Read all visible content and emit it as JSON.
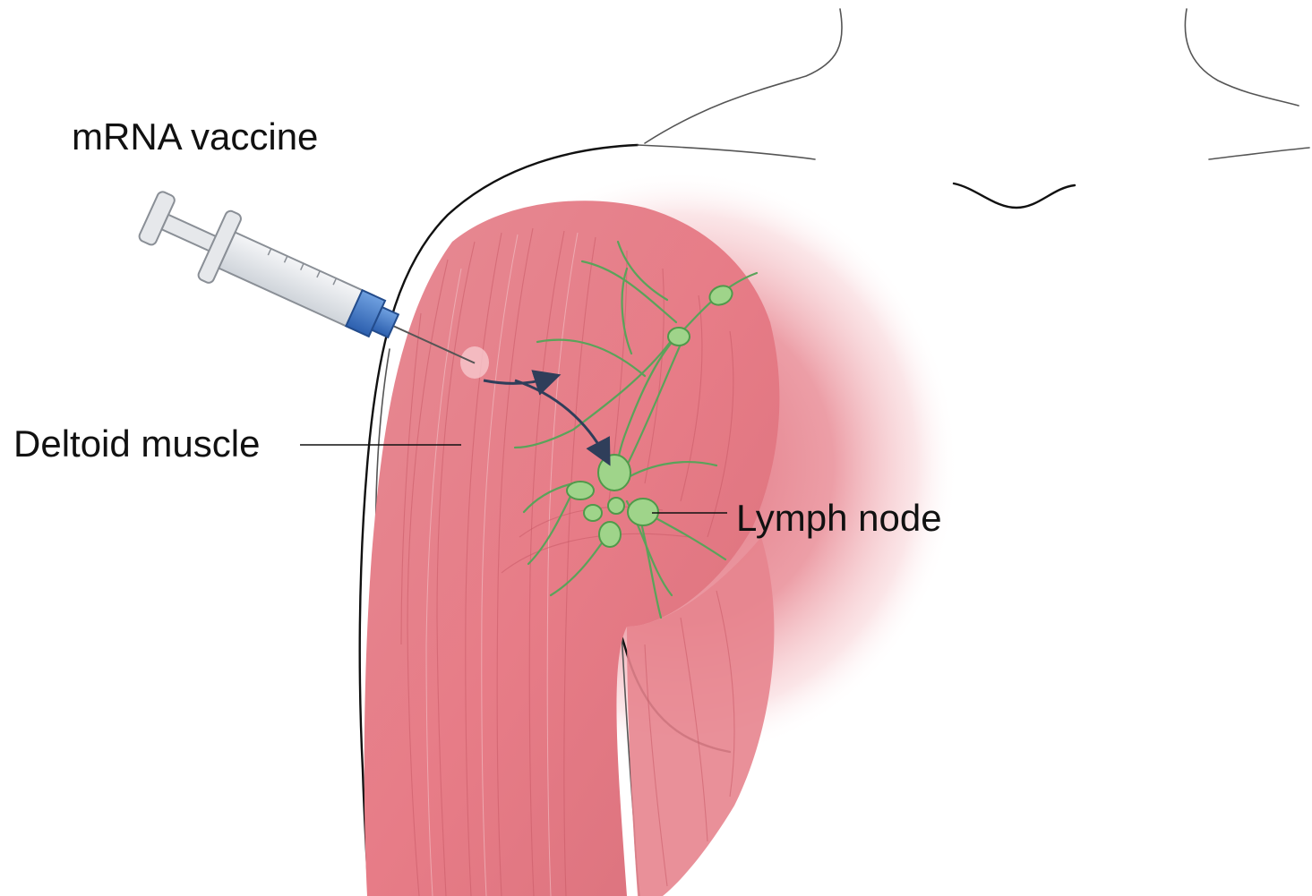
{
  "labels": {
    "vaccine": "mRNA vaccine",
    "deltoid": "Deltoid muscle",
    "lymph": "Lymph node"
  },
  "colors": {
    "muscle": "#e8838c",
    "muscle_dark": "#cf5d69",
    "lymph": "#9fd48a",
    "syringe_plunger": "#e6e8eb",
    "syringe_hub": "#3f78c8",
    "arrow": "#2f3e5a"
  },
  "icons": {
    "syringe": "syringe-icon",
    "arrows": "flow-arrow-icon"
  }
}
